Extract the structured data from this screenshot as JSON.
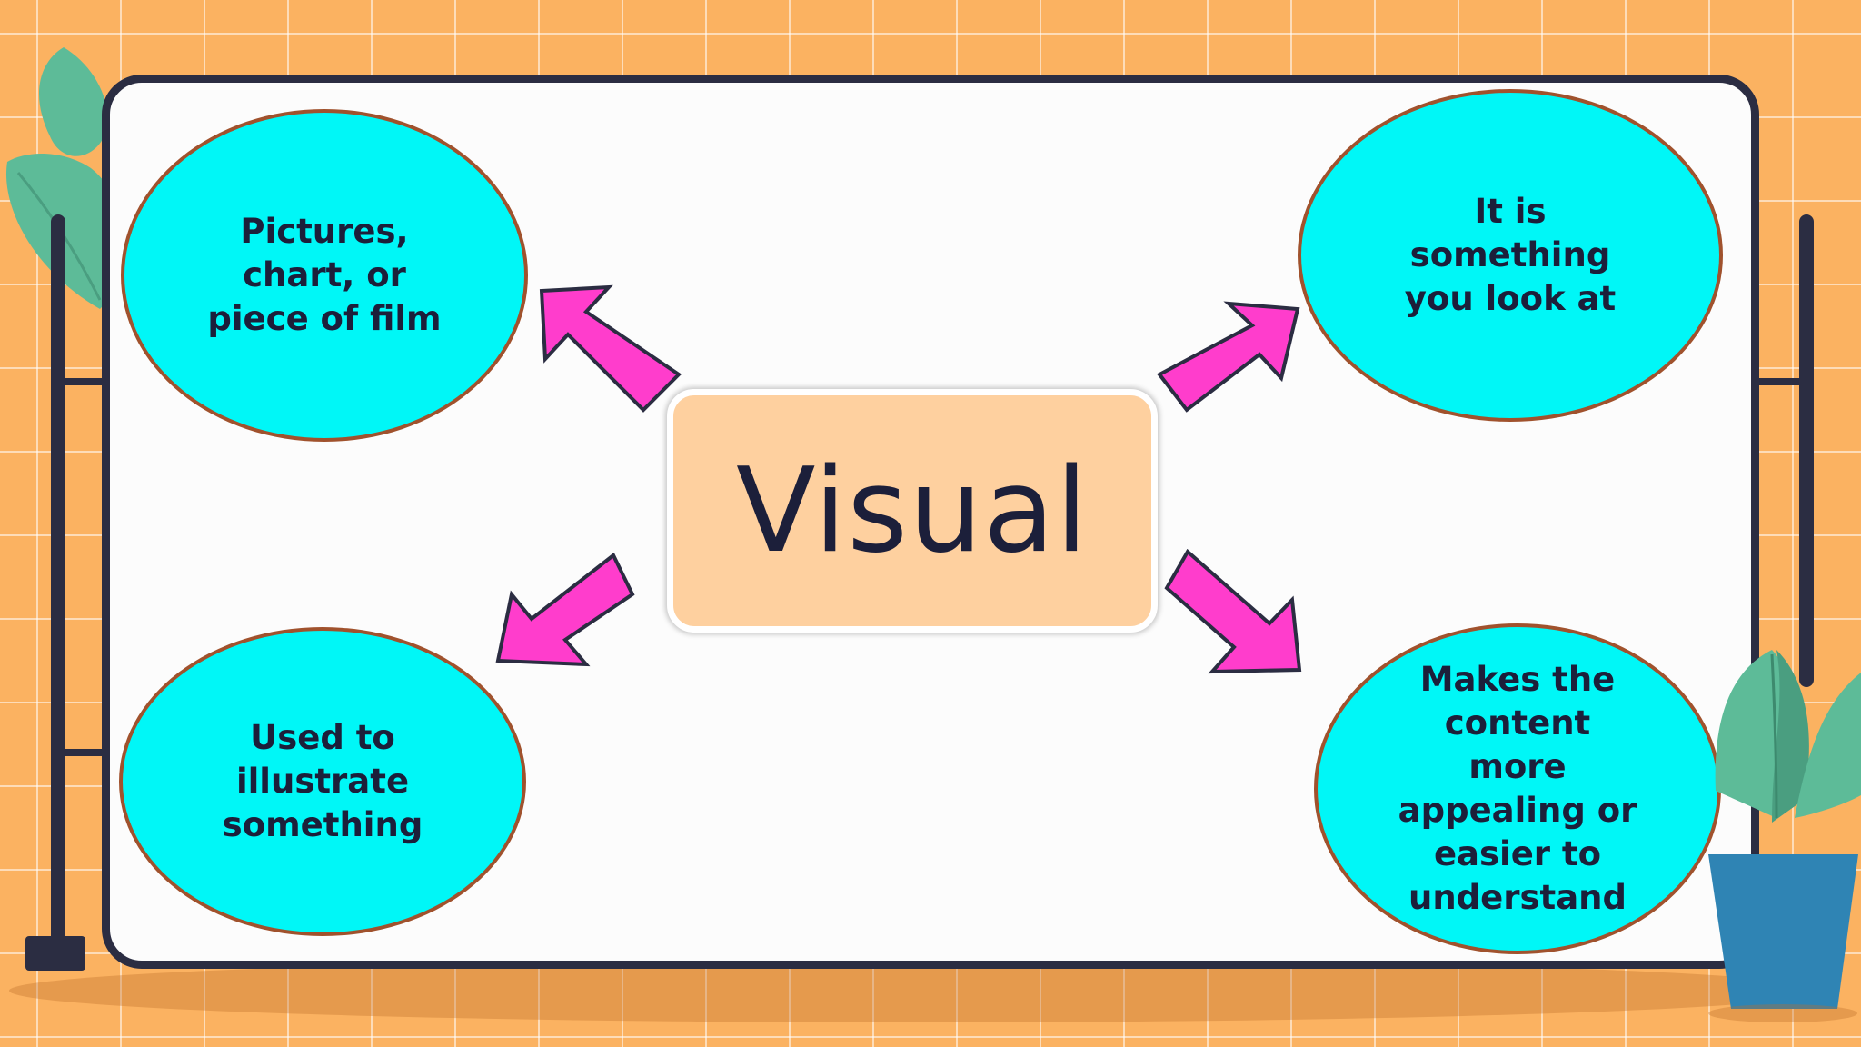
{
  "center": {
    "label": "Visual"
  },
  "nodes": [
    {
      "id": "top-left",
      "text": "Pictures,\nchart, or\npiece of film"
    },
    {
      "id": "top-right",
      "text": "It is\nsomething\nyou look at"
    },
    {
      "id": "bottom-left",
      "text": "Used  to\nillustrate\nsomething"
    },
    {
      "id": "bottom-right",
      "text": "Makes the\ncontent\nmore\nappealing or\neasier to\nunderstand"
    }
  ],
  "colors": {
    "background": "#fbb261",
    "board": "#fcfcfc",
    "frame": "#2b2d42",
    "node_fill": "#00f7f7",
    "node_border": "#a0522d",
    "center_fill": "#fed09f",
    "arrow_fill": "#ff3dcc",
    "leaf": "#5dbb98",
    "pot": "#2f84b4"
  }
}
